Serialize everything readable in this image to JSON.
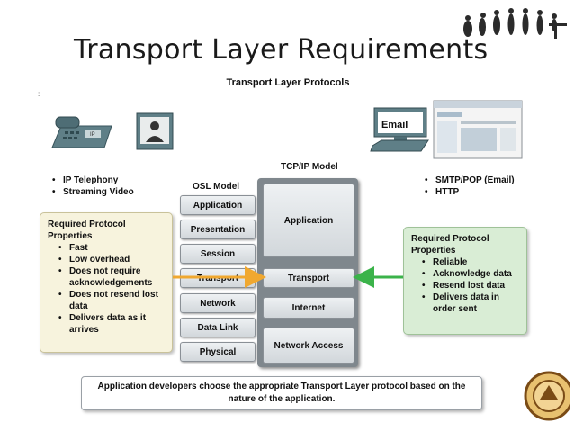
{
  "slide": {
    "title": "Transport Layer Requirements",
    "bullet_mark": ":"
  },
  "diagram": {
    "heading": "Transport Layer Protocols",
    "email_label": "Email",
    "left_apps": [
      "IP Telephony",
      "Streaming Video"
    ],
    "right_apps": [
      "SMTP/POP (Email)",
      "HTTP"
    ],
    "left_requirements": {
      "title": "Required Protocol Properties",
      "items": [
        "Fast",
        "Low overhead",
        "Does not require acknowledgements",
        "Does not resend lost data",
        "Delivers data as it arrives"
      ]
    },
    "right_requirements": {
      "title": "Required Protocol Properties",
      "items": [
        "Reliable",
        "Acknowledge data",
        "Resend lost data",
        "Delivers data in order sent"
      ]
    },
    "osi_model": {
      "label": "OSL Model",
      "layers": [
        "Application",
        "Presentation",
        "Session",
        "Transport",
        "Network",
        "Data Link",
        "Physical"
      ]
    },
    "tcpip_model": {
      "label": "TCP/IP Model",
      "layers": [
        "Application",
        "Transport",
        "Internet",
        "Network Access"
      ]
    },
    "arrow_colors": {
      "left": "#f0a830",
      "right": "#3bb34a"
    },
    "footer": "Application developers choose the appropriate Transport Layer protocol based on the nature of the application."
  }
}
